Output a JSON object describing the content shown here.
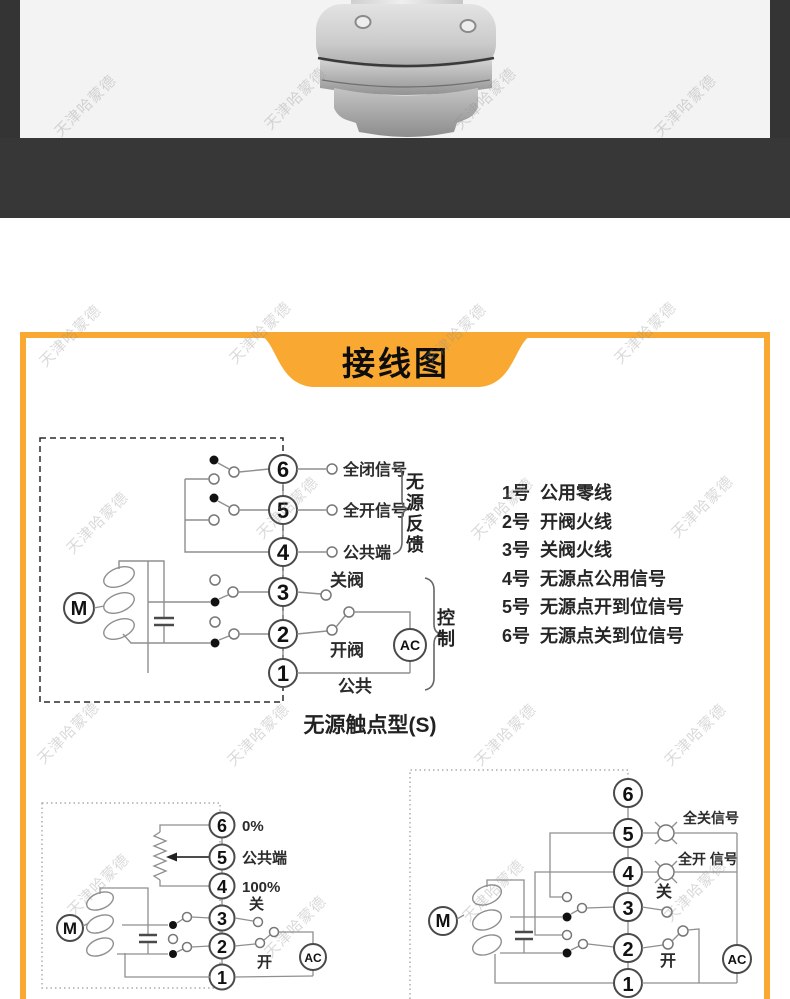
{
  "watermark": "天津哈蒙德",
  "banner": {
    "title": "接线图"
  },
  "colors": {
    "accent_orange": "#F9A932",
    "band_dark": "#373737",
    "photo_bg": "#F3F3F3"
  },
  "main": {
    "terminals": [
      "6",
      "5",
      "4",
      "3",
      "2",
      "1"
    ],
    "t6_label": "全闭信号",
    "t5_label": "全开信号",
    "t4_label": "公共端",
    "t3_label": "关阀",
    "t2_label": "开阀",
    "t1_label": "公共",
    "motor": "M",
    "ac": "AC",
    "feedback_group": "无源反馈",
    "control_group": "控制",
    "caption": "无源触点型(S)"
  },
  "info_list": {
    "lines": [
      "1号  公用零线",
      "2号  开阀火线",
      "3号  关阀火线",
      "4号  无源点公用信号",
      "5号  无源点开到位信号",
      "6号  无源点关到位信号"
    ]
  },
  "left_diagram": {
    "terminals": [
      "6",
      "5",
      "4",
      "3",
      "2",
      "1"
    ],
    "t6_label": "0%",
    "t5_label": "公共端",
    "t4_label": "100%",
    "t3_label": "关",
    "t2_label": "开",
    "motor": "M",
    "ac": "AC"
  },
  "right_diagram": {
    "terminals": [
      "6",
      "5",
      "4",
      "3",
      "2",
      "1"
    ],
    "t5_label": "全关信号",
    "t4_label": "全开 信号",
    "t3_label": "关",
    "t2_label": "开",
    "motor": "M",
    "ac": "AC"
  }
}
